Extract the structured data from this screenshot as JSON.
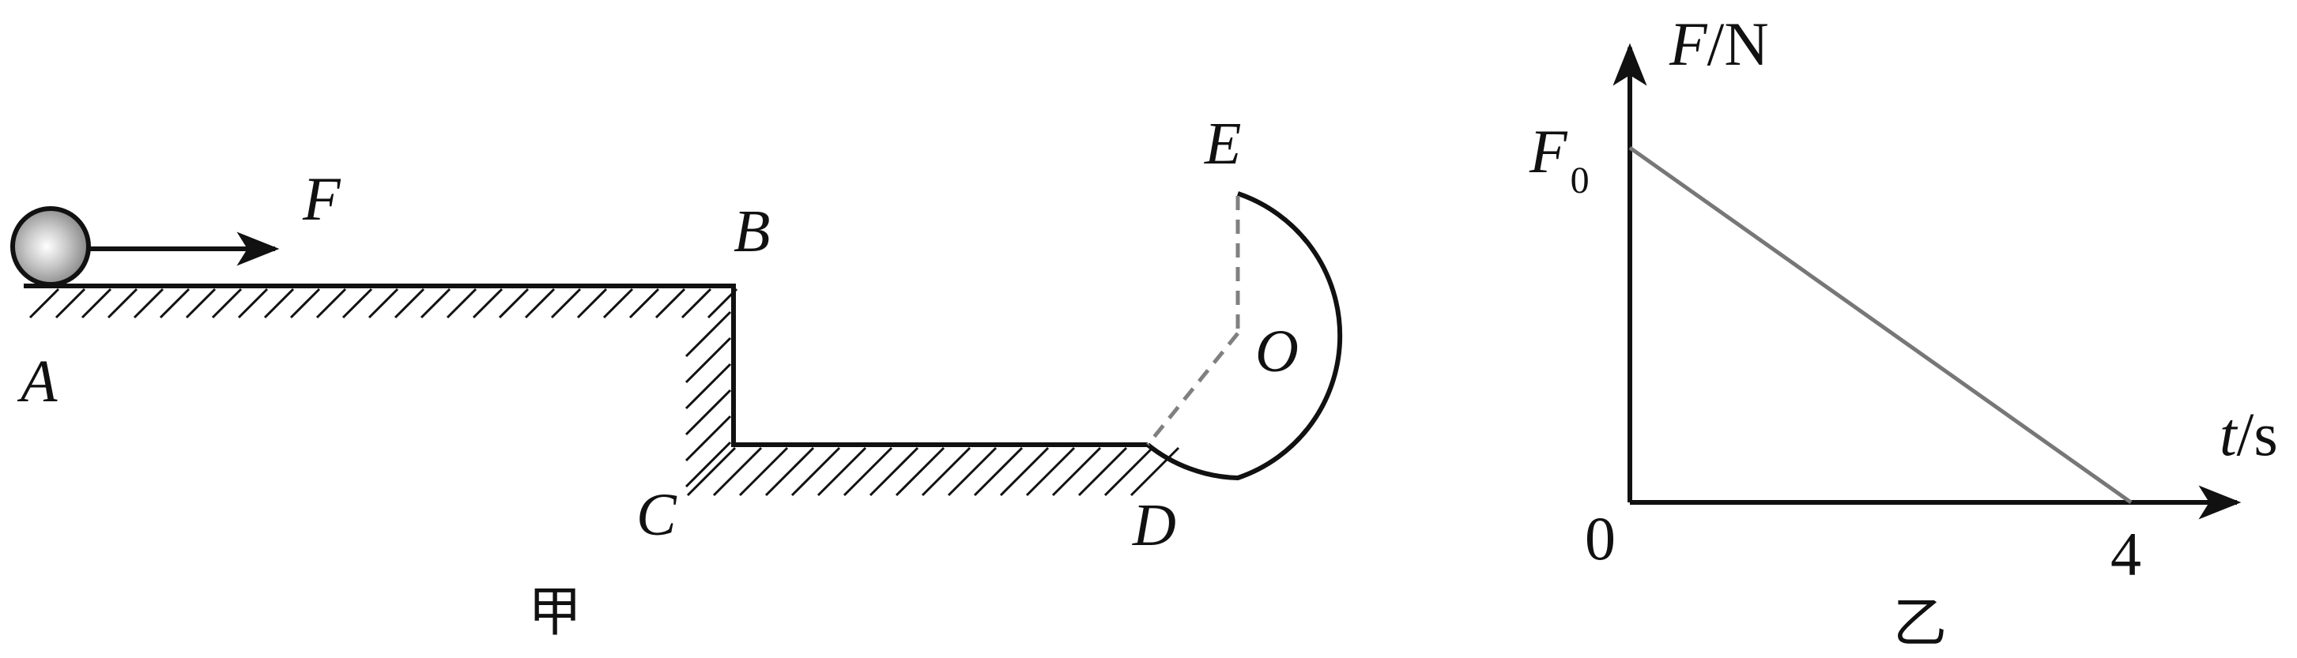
{
  "figure_jia": {
    "caption": "甲",
    "force_label": "F",
    "point_labels": {
      "A": "A",
      "B": "B",
      "C": "C",
      "D": "D",
      "E": "E",
      "O": "O"
    }
  },
  "figure_yi": {
    "caption": "乙",
    "y_axis_label_var": "F",
    "y_axis_label_unit": "/N",
    "x_axis_label_var": "t",
    "x_axis_label_unit": "/s",
    "y_tick_main": "F",
    "y_tick_sub": "0",
    "origin_label": "0",
    "x_tick_label": "4"
  },
  "chart_data": {
    "type": "line",
    "x": [
      0,
      4
    ],
    "y": [
      "F0",
      0
    ],
    "xlabel": "t/s",
    "ylabel": "F/N",
    "x_ticks": [
      "0",
      "4"
    ],
    "y_ticks": [
      "F0"
    ],
    "grid": false
  },
  "colors": {
    "ink": "#111111",
    "graph_line": "#777777",
    "dashed": "#808080",
    "ball_fill": "#bdbdbd"
  }
}
